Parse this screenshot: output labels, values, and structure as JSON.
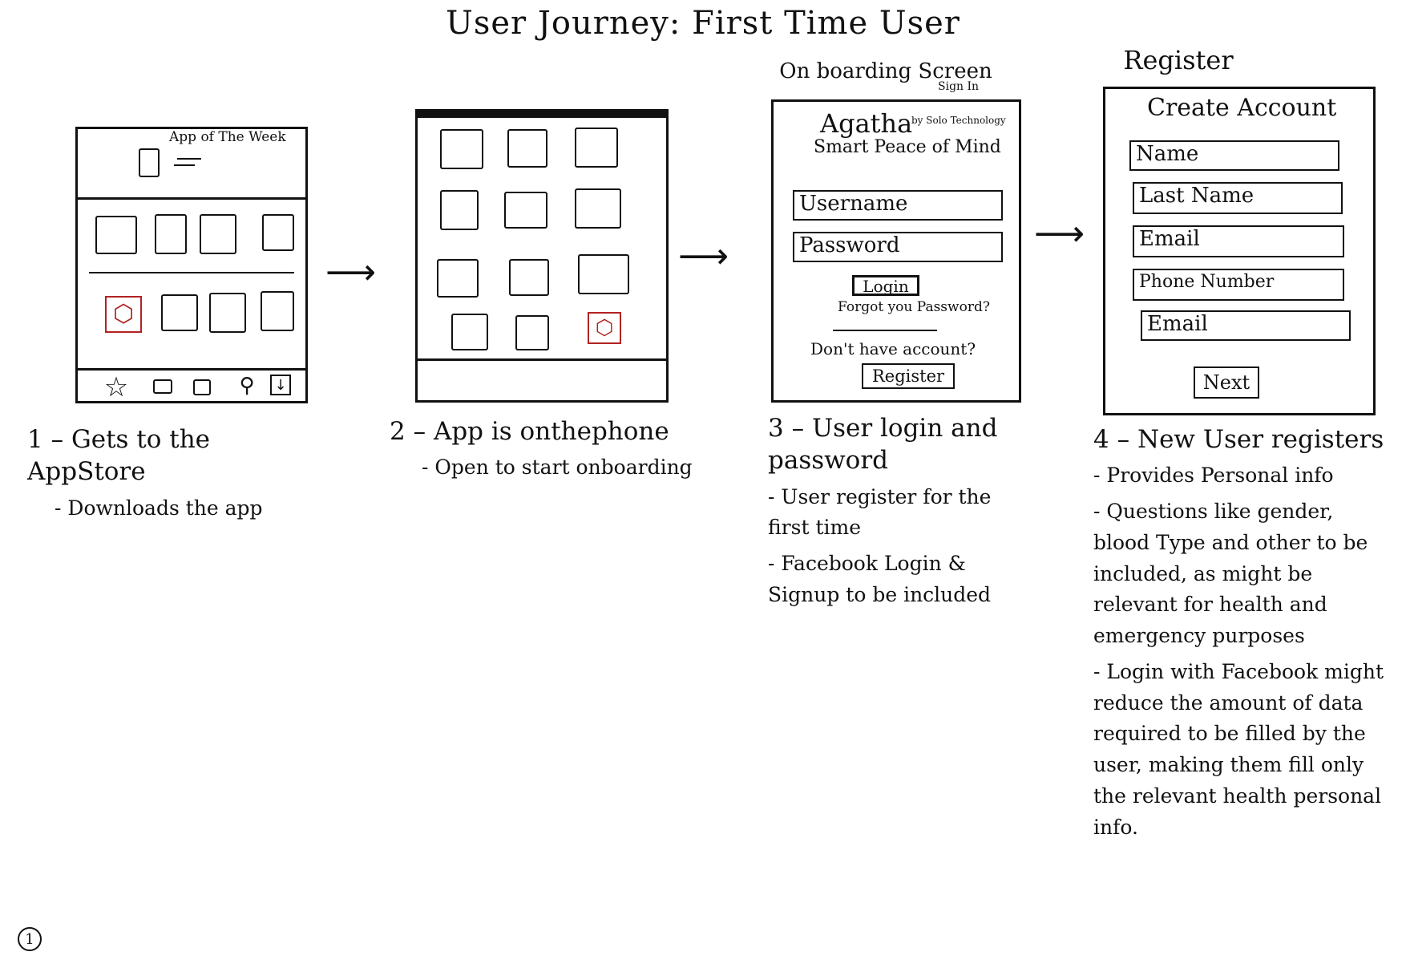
{
  "title": "User Journey: First Time User",
  "step1": {
    "screen": {
      "banner": "App of The Week",
      "tabs": [
        "star-icon",
        "square-icon",
        "square-icon",
        "search-icon",
        "download-icon"
      ]
    },
    "number": "1",
    "heading": "Gets to the AppStore",
    "notes": [
      "Downloads the app"
    ]
  },
  "step2": {
    "number": "2",
    "heading": "App is onthephone",
    "notes": [
      "Open to start onboarding"
    ]
  },
  "step3": {
    "header": "On boarding Screen",
    "subheader": "Sign In",
    "screen": {
      "app_name": "Agatha",
      "by_line": "by Solo Technology",
      "tagline": "Smart Peace of Mind",
      "username_label": "Username",
      "password_label": "Password",
      "login_label": "Login",
      "forgot_label": "Forgot you Password?",
      "no_account_label": "Don't have account?",
      "register_label": "Register"
    },
    "number": "3",
    "heading": "User login and password",
    "notes": [
      "User register for the first time",
      "Facebook Login & Signup to be included"
    ]
  },
  "step4": {
    "header": "Register",
    "screen": {
      "title": "Create Account",
      "fields": [
        "Name",
        "Last Name",
        "Email",
        "Phone Number",
        "Email"
      ],
      "next_label": "Next"
    },
    "number": "4",
    "heading": "New User registers",
    "notes": [
      "Provides Personal info",
      "Questions like gender, blood Type and other to be included, as might be relevant for health and emergency purposes",
      "Login with Facebook might reduce the amount of data required to be filled by the user, making them fill only the relevant health personal info."
    ]
  },
  "page_number": "1"
}
